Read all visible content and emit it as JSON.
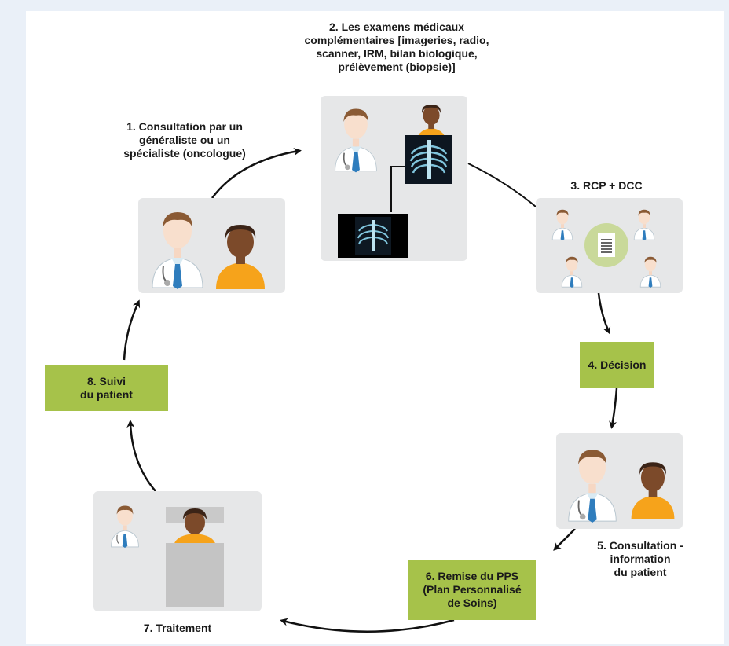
{
  "steps": {
    "s1": "1. Consultation par un\ngénéraliste ou un\nspécialiste (oncologue)",
    "s2": "2. Les examens médicaux\ncomplémentaires [imageries, radio,\nscanner, IRM, bilan biologique,\nprélèvement (biopsie)]",
    "s3": "3. RCP + DCC",
    "s4": "4. Décision",
    "s5": "5. Consultation -\ninformation\ndu patient",
    "s6": "6. Remise du PPS\n(Plan Personnalisé\nde Soins)",
    "s7": "7. Traitement",
    "s8": "8. Suivi\ndu patient"
  },
  "colors": {
    "background": "#eaf0f8",
    "panel": "#e6e7e8",
    "green_box": "#a6c24a",
    "arrow": "#111111"
  },
  "icons": [
    "doctor-icon",
    "patient-icon",
    "xray-icon",
    "document-icon",
    "bed-icon"
  ]
}
